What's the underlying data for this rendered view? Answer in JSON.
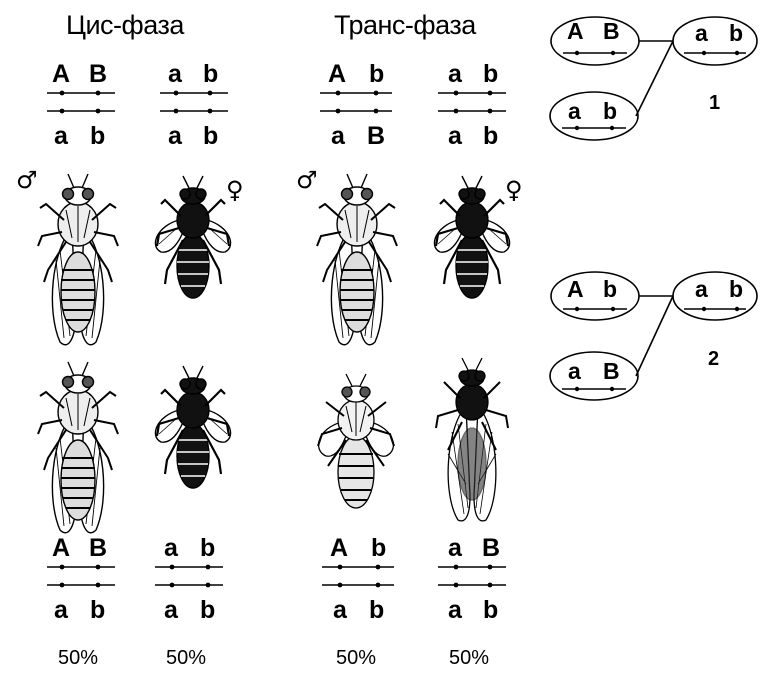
{
  "titles": {
    "cis": "Цис-фаза",
    "trans": "Транс-фаза"
  },
  "sex": {
    "male": "♂",
    "female": "♀"
  },
  "parents": {
    "cis_male": {
      "top": [
        "A",
        "B"
      ],
      "bottom": [
        "a",
        "b"
      ]
    },
    "cis_female": {
      "top": [
        "a",
        "b"
      ],
      "bottom": [
        "a",
        "b"
      ]
    },
    "trans_male": {
      "top": [
        "A",
        "b"
      ],
      "bottom": [
        "a",
        "B"
      ]
    },
    "trans_female": {
      "top": [
        "a",
        "b"
      ],
      "bottom": [
        "a",
        "b"
      ]
    }
  },
  "offspring": {
    "cis_1": {
      "top": [
        "A",
        "B"
      ],
      "bottom": [
        "a",
        "b"
      ],
      "percent": "50%"
    },
    "cis_2": {
      "top": [
        "a",
        "b"
      ],
      "bottom": [
        "a",
        "b"
      ],
      "percent": "50%"
    },
    "trans_1": {
      "top": [
        "A",
        "b"
      ],
      "bottom": [
        "a",
        "b"
      ],
      "percent": "50%"
    },
    "trans_2": {
      "top": [
        "a",
        "B"
      ],
      "bottom": [
        "a",
        "b"
      ],
      "percent": "50%"
    }
  },
  "gametes": {
    "scheme1": {
      "left_top": [
        "A",
        "B"
      ],
      "left_bottom": [
        "a",
        "b"
      ],
      "right": [
        "a",
        "b"
      ],
      "label": "1"
    },
    "scheme2": {
      "left_top": [
        "A",
        "b"
      ],
      "left_bottom": [
        "a",
        "B"
      ],
      "right": [
        "a",
        "b"
      ],
      "label": "2"
    }
  }
}
